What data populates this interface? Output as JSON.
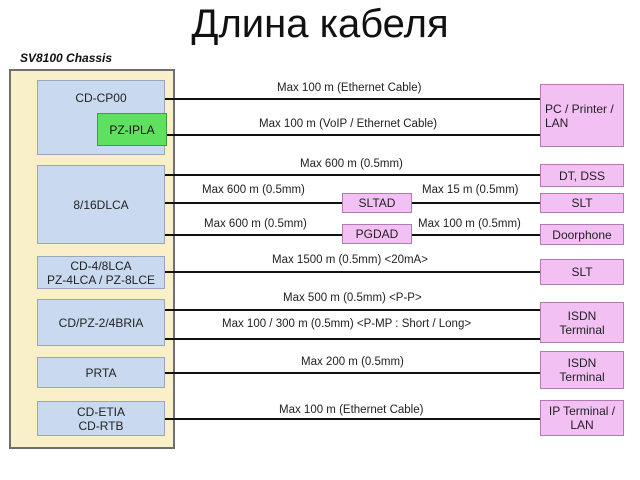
{
  "title": "Длина кабеля",
  "chassis_label": "SV8100 Chassis",
  "cards": {
    "cp00": "CD-CP00",
    "pzipla": "PZ-IPLA",
    "dlca": "8/16DLCA",
    "lca_l1": "CD-4/8LCA",
    "lca_l2": "PZ-4LCA / PZ-8LCE",
    "bria": "CD/PZ-2/4BRIA",
    "prta": "PRTA",
    "etia_l1": "CD-ETIA",
    "etia_l2": "CD-RTB"
  },
  "terminals": {
    "pc_l1": "PC / Printer /",
    "pc_l2": "LAN",
    "dtdss": "DT, DSS",
    "slt1": "SLT",
    "doorphone": "Doorphone",
    "slt2": "SLT",
    "isdn1_l1": "ISDN",
    "isdn1_l2": "Terminal",
    "isdn2_l1": "ISDN",
    "isdn2_l2": "Terminal",
    "ip_l1": "IP Terminal /",
    "ip_l2": "LAN"
  },
  "adapters": {
    "sltad": "SLTAD",
    "pgdad": "PGDAD"
  },
  "labels": {
    "l1": "Max 100 m (Ethernet Cable)",
    "l2": "Max 100 m (VoIP / Ethernet Cable)",
    "l3": "Max 600 m (0.5mm)",
    "l4a": "Max 600 m (0.5mm)",
    "l4b": "Max 15 m (0.5mm)",
    "l5a": "Max 600 m (0.5mm)",
    "l5b": "Max 100 m (0.5mm)",
    "l6": "Max 1500 m (0.5mm) <20mA>",
    "l7": "Max 500 m (0.5mm) <P-P>",
    "l8": "Max 100 / 300 m (0.5mm) <P-MP : Short / Long>",
    "l9": "Max 200 m (0.5mm)",
    "l10": "Max 100 m (Ethernet Cable)"
  }
}
